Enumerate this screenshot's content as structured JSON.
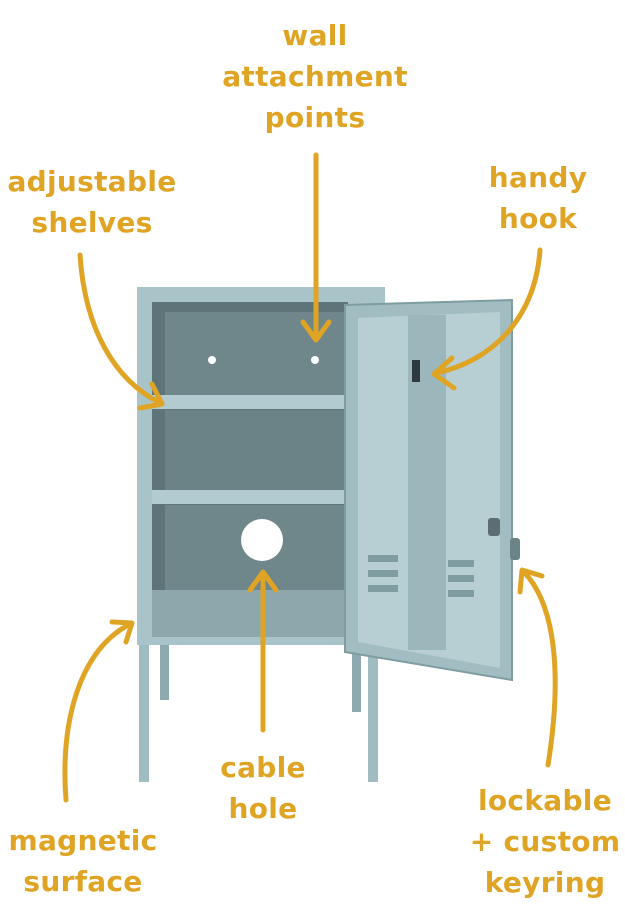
{
  "colors": {
    "accent": "#dfa424",
    "cabinet": "#a9c4c9",
    "cabinet_dark": "#7f9ca1"
  },
  "labels": {
    "wall": [
      "wall",
      "attachment",
      "points"
    ],
    "shelves": [
      "adjustable",
      "shelves"
    ],
    "hook": [
      "handy",
      "hook"
    ],
    "cable": [
      "cable",
      "hole"
    ],
    "magnetic": [
      "magnetic",
      "surface"
    ],
    "lockable": [
      "lockable",
      "+ custom",
      "keyring"
    ]
  }
}
